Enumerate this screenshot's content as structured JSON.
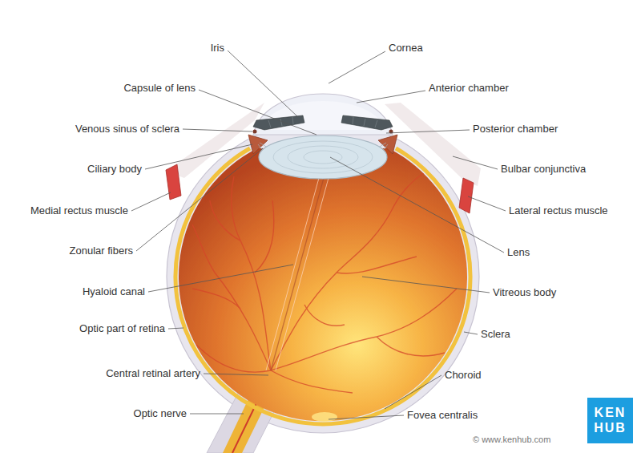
{
  "diagram": {
    "nodes": [
      {
        "text": [
          "KEN HUB"
        ]
      }
    ],
    "labels": [
      "Iris",
      "Cornea",
      "Capsule of lens",
      "Anterior chamber",
      "Venous sinus of sclera",
      "Posterior chamber",
      "Ciliary body",
      "Bulbar conjunctiva",
      "Medial rectus muscle",
      "Lateral rectus muscle",
      "Zonular fibers",
      "Lens",
      "Hyaloid canal",
      "Vitreous body",
      "Optic part of retina",
      "Sclera",
      "Central retinal artery",
      "Choroid",
      "Optic nerve",
      "Fovea centralis",
      "© www.kenhub.com"
    ]
  }
}
